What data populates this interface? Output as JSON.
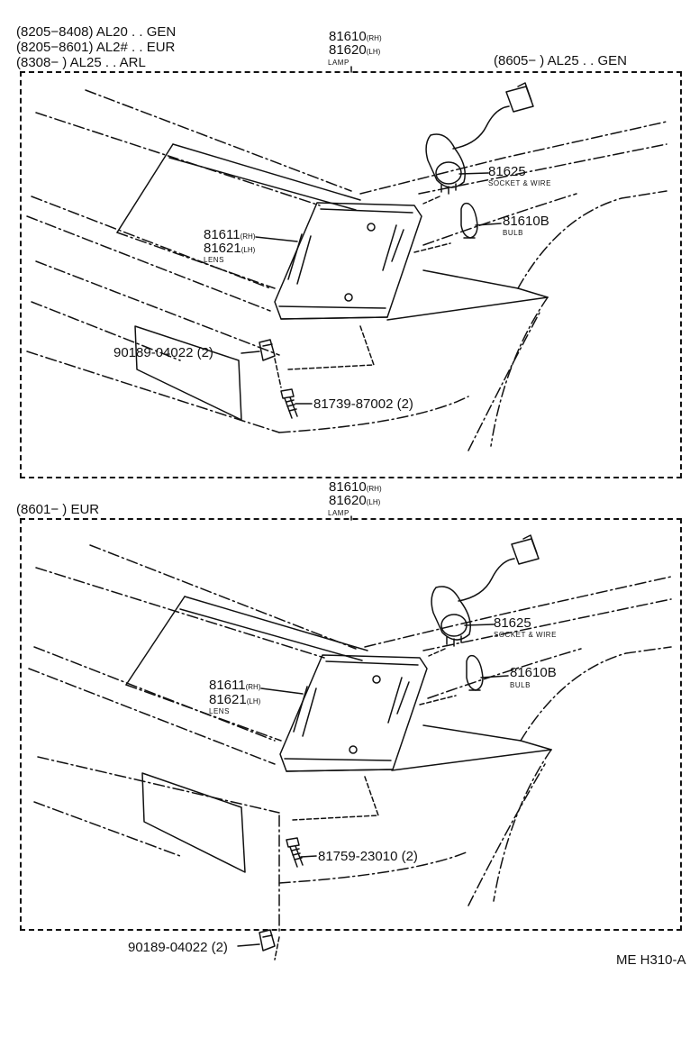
{
  "top": {
    "header": {
      "lines": [
        "(8205−8408) AL20 . . GEN",
        "(8205−8601) AL2# . . EUR",
        "(8308−          ) AL25 . . ARL"
      ],
      "right": "(8605−          ) AL25 . . GEN"
    },
    "lamp": {
      "rh": "81610",
      "rh_sub": "(RH)",
      "lh": "81620",
      "lh_sub": "(LH)",
      "name": "LAMP"
    },
    "socket": {
      "number": "81625",
      "name": "SOCKET & WIRE"
    },
    "bulb": {
      "number": "81610B",
      "name": "BULB"
    },
    "lens": {
      "rh": "81611",
      "rh_sub": "(RH)",
      "lh": "81621",
      "lh_sub": "(LH)",
      "name": "LENS"
    },
    "nut": {
      "number": "90189-04022",
      "qty": "(2)"
    },
    "screw": {
      "number": "81739-87002",
      "qty": "(2)"
    }
  },
  "bottom": {
    "header": {
      "left": "(8601−          ) EUR"
    },
    "lamp": {
      "rh": "81610",
      "rh_sub": "(RH)",
      "lh": "81620",
      "lh_sub": "(LH)",
      "name": "LAMP"
    },
    "socket": {
      "number": "81625",
      "name": "SOCKET & WIRE"
    },
    "bulb": {
      "number": "81610B",
      "name": "BULB"
    },
    "lens": {
      "rh": "81611",
      "rh_sub": "(RH)",
      "lh": "81621",
      "lh_sub": "(LH)",
      "name": "LENS"
    },
    "screw": {
      "number": "81759-23010",
      "qty": "(2)"
    },
    "nut": {
      "number": "90189-04022",
      "qty": "(2)"
    }
  },
  "footer": {
    "code": "ME H310-A"
  }
}
